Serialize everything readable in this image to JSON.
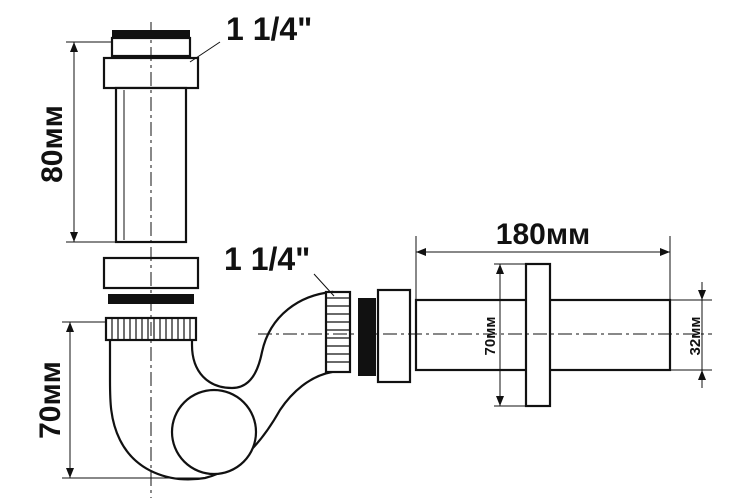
{
  "labels": {
    "top_thread": "1 1/4\"",
    "outlet_thread": "1 1/4\"",
    "height_tube": "80мм",
    "height_trap": "70мм",
    "length_outlet": "180мм",
    "flange_diameter": "70мм",
    "pipe_diameter": "32мм"
  }
}
